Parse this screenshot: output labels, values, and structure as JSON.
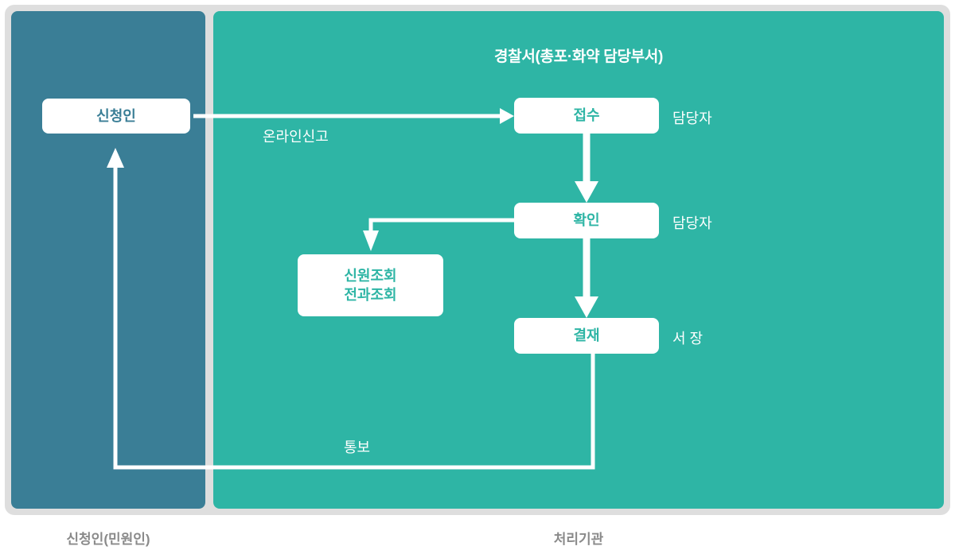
{
  "diagram": {
    "title_left_panel": "",
    "left_panel": {
      "name": "applicant-lane",
      "caption": "신청인(민원인)",
      "color": "#3a7e96",
      "nodes": [
        {
          "id": "applicant",
          "label": "신청인"
        }
      ]
    },
    "right_panel": {
      "name": "agency-lane",
      "title": "경찰서(총포·화약 담당부서)",
      "caption": "처리기관",
      "color": "#2eb5a5",
      "nodes": [
        {
          "id": "receive",
          "label": "접수",
          "role": "담당자"
        },
        {
          "id": "confirm",
          "label": "확인",
          "role": "담당자"
        },
        {
          "id": "inquiry",
          "label": "신원조회\n전과조회",
          "line1": "신원조회",
          "line2": "전과조회"
        },
        {
          "id": "approve",
          "label": "결재",
          "role": "서 장"
        }
      ]
    },
    "edges": [
      {
        "id": "online-report",
        "from": "applicant",
        "to": "receive",
        "label": "온라인신고"
      },
      {
        "id": "receive-to-confirm",
        "from": "receive",
        "to": "confirm",
        "label": ""
      },
      {
        "id": "confirm-to-inquiry",
        "from": "confirm",
        "to": "inquiry",
        "label": ""
      },
      {
        "id": "confirm-to-approve",
        "from": "confirm",
        "to": "approve",
        "label": ""
      },
      {
        "id": "notify",
        "from": "approve",
        "to": "applicant",
        "label": "통보"
      }
    ],
    "colors": {
      "frame": "#dedede",
      "applicant_panel": "#3a7e96",
      "agency_panel": "#2eb5a5",
      "node_fill": "#ffffff",
      "connector": "#ffffff",
      "caption_text": "#8a8a8a"
    }
  }
}
